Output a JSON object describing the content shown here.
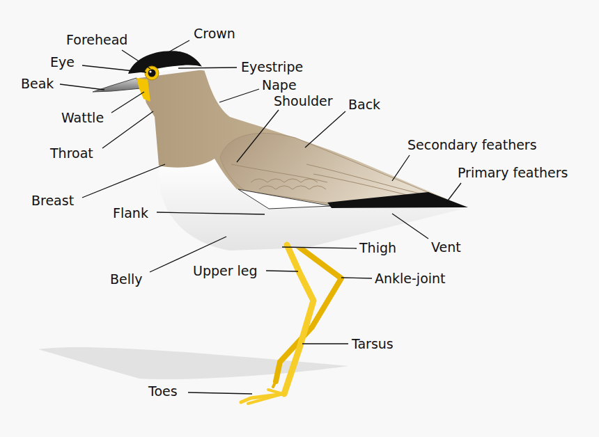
{
  "diagram": {
    "labels": [
      "Forehead",
      "Crown",
      "Eye",
      "Eyestripe",
      "Beak",
      "Nape",
      "Shoulder",
      "Back",
      "Wattle",
      "Throat",
      "Secondary feathers",
      "Primary feathers",
      "Breast",
      "Flank",
      "Vent",
      "Thigh",
      "Belly",
      "Upper leg",
      "Ankle-joint",
      "Tarsus",
      "Toes"
    ]
  }
}
